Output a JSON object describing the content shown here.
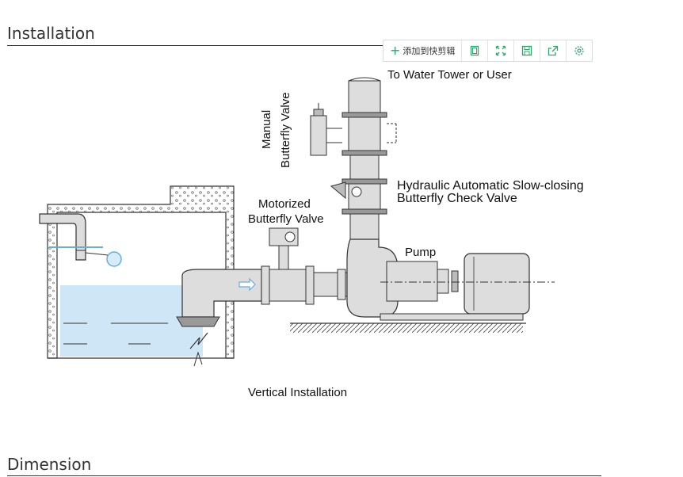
{
  "sections": {
    "installation_title": "Installation",
    "dimension_title": "Dimension"
  },
  "toolbar": {
    "add_clip_label": "添加到快剪辑",
    "icons": [
      "plus-icon",
      "screenshot-icon",
      "fullscreen-icon",
      "save-icon",
      "share-icon",
      "settings-icon"
    ],
    "accent_color": "#2aa86a"
  },
  "diagram": {
    "labels": {
      "water_tower": "To Water Tower or User",
      "manual_valve_line1": "Manual",
      "manual_valve_line2": "Butterfly Valve",
      "hydraulic_line1": "Hydraulic Automatic Slow-closing",
      "hydraulic_line2": "Butterfly Check Valve",
      "motorized_line1": "Motorized",
      "motorized_line2": "Butterfly Valve",
      "pump": "Pump"
    },
    "caption": "Vertical Installation",
    "water_color": "#cfe6f7"
  }
}
